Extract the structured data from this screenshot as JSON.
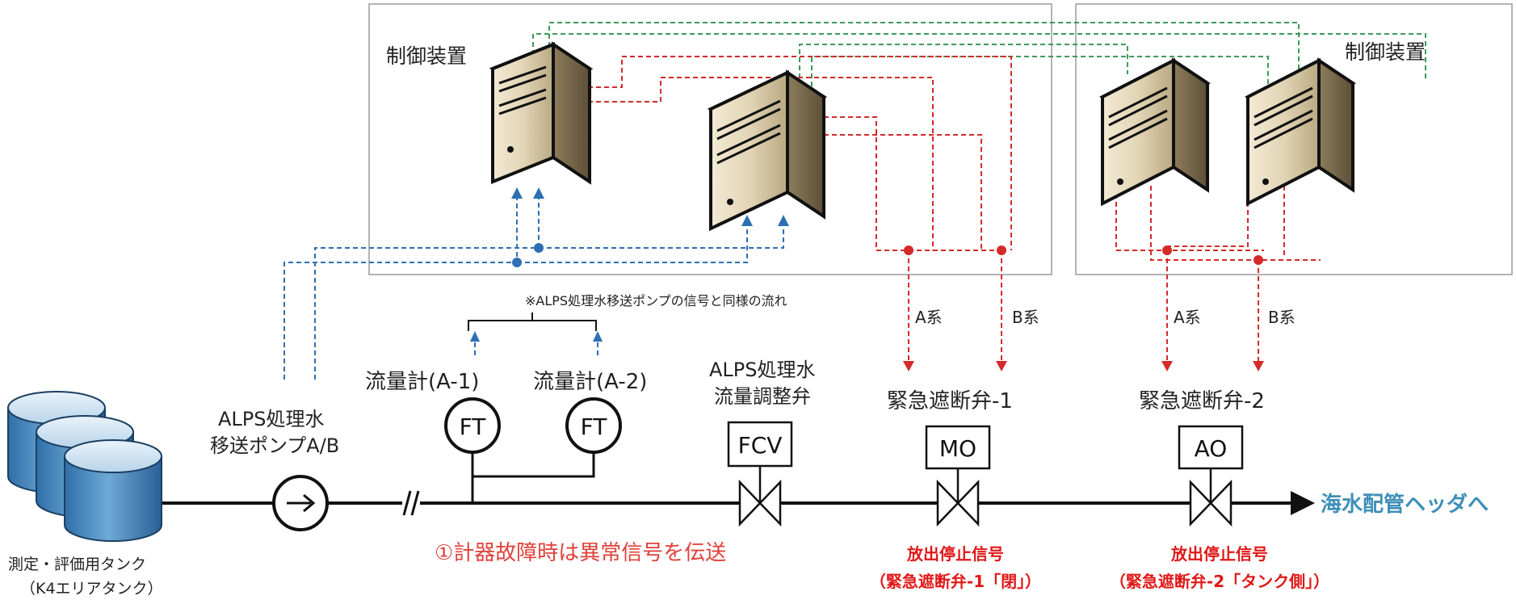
{
  "control_left": {
    "label": "制御装置"
  },
  "control_right": {
    "label": "制御装置"
  },
  "note": "※ALPS処理水移送ポンプの信号と同様の流れ",
  "tank": {
    "label_line1": "測定・評価用タンク",
    "label_line2": "（K4エリアタンク）"
  },
  "pump": {
    "label_line1": "ALPS処理水",
    "label_line2": "移送ポンプA/B"
  },
  "flowmeter_1": {
    "label": "流量計(A-1)",
    "symbol": "FT"
  },
  "flowmeter_2": {
    "label": "流量計(A-2)",
    "symbol": "FT"
  },
  "fcv": {
    "label_line1": "ALPS処理水",
    "label_line2": "流量調整弁",
    "symbol": "FCV"
  },
  "valve_1": {
    "label": "緊急遮断弁-1",
    "symbol": "MO",
    "system_a": "A系",
    "system_b": "B系",
    "signal_line1": "放出停止信号",
    "signal_line2": "（緊急遮断弁-1「閉」）"
  },
  "valve_2": {
    "label": "緊急遮断弁-2",
    "symbol": "AO",
    "system_a": "A系",
    "system_b": "B系",
    "signal_line1": "放出停止信号",
    "signal_line2": "（緊急遮断弁-2「タンク側」）"
  },
  "fault_message": "①計器故障時は異常信号を伝送",
  "header_label": "海水配管ヘッダへ",
  "colors": {
    "blue_signal": "#2e6fb3",
    "red_signal": "#d42a2a",
    "green_signal": "#3f9a5a",
    "fault_text": "#e0403a",
    "header_text": "#3d8fb8",
    "stop_text": "#e01818"
  }
}
